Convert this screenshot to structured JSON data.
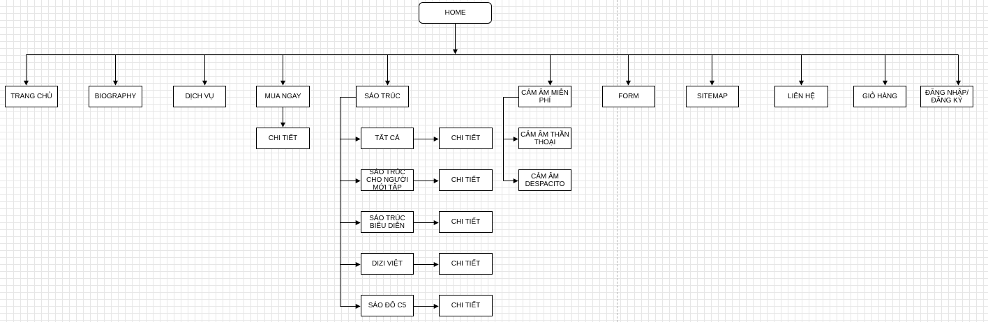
{
  "diagram": {
    "home": "HOME",
    "top_level": {
      "trang_chu": "TRANG CHỦ",
      "biography": "BIOGRAPHY",
      "dich_vu": "DỊCH VỤ",
      "mua_ngay": "MUA NGAY",
      "sao_truc": "SÁO TRÚC",
      "cam_am_mien_phi": "CẢM ÂM MIỄN PHÍ",
      "form": "FORM",
      "sitemap": "SITEMAP",
      "lien_he": "LIÊN HỆ",
      "gio_hang": "GIỎ HÀNG",
      "dang_nhap": "ĐĂNG NHẬP/ ĐĂNG KÝ"
    },
    "mua_ngay_child": "CHI TIẾT",
    "sao_truc_children": [
      {
        "label": "TẤT CẢ",
        "detail": "CHI TIẾT"
      },
      {
        "label": "SÁO TRÚC CHO NGƯỜI MỚI TẬP",
        "detail": "CHI TIẾT"
      },
      {
        "label": "SÁO TRÚC BIỂU DIỄN",
        "detail": "CHI TIẾT"
      },
      {
        "label": "DIZI VIỆT",
        "detail": "CHI TIẾT"
      },
      {
        "label": "SÁO ĐÔ C5",
        "detail": "CHI TIẾT"
      }
    ],
    "cam_am_children": [
      "CẢM ÂM THẦN THOẠI",
      "CẢM ÂM DESPACITO"
    ]
  }
}
